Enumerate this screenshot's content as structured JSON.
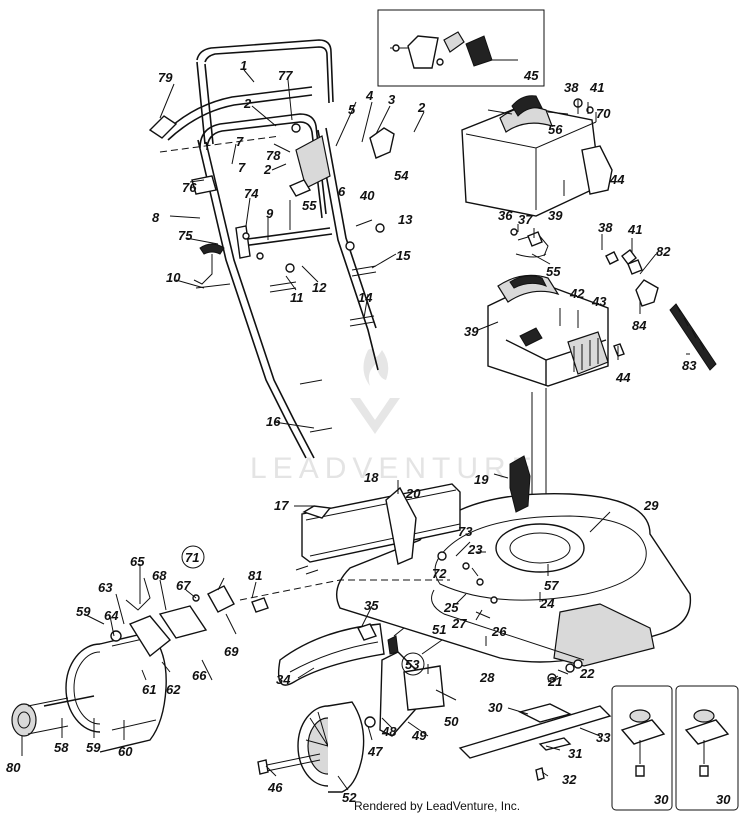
{
  "watermark": "LEADVENTURE",
  "credit": "Rendered by LeadVenture, Inc.",
  "callouts": [
    {
      "id": "c1",
      "text": "1"
    },
    {
      "id": "c2a",
      "text": "2"
    },
    {
      "id": "c2b",
      "text": "2"
    },
    {
      "id": "c2c",
      "text": "2"
    },
    {
      "id": "c3",
      "text": "3"
    },
    {
      "id": "c4",
      "text": "4"
    },
    {
      "id": "c5",
      "text": "5"
    },
    {
      "id": "c6",
      "text": "6"
    },
    {
      "id": "c7a",
      "text": "7"
    },
    {
      "id": "c7b",
      "text": "7"
    },
    {
      "id": "c8",
      "text": "8"
    },
    {
      "id": "c9",
      "text": "9"
    },
    {
      "id": "c10",
      "text": "10"
    },
    {
      "id": "c11",
      "text": "11"
    },
    {
      "id": "c12",
      "text": "12"
    },
    {
      "id": "c13",
      "text": "13"
    },
    {
      "id": "c14",
      "text": "14"
    },
    {
      "id": "c15",
      "text": "15"
    },
    {
      "id": "c16",
      "text": "16"
    },
    {
      "id": "c17",
      "text": "17"
    },
    {
      "id": "c18",
      "text": "18"
    },
    {
      "id": "c19",
      "text": "19"
    },
    {
      "id": "c20",
      "text": "20"
    },
    {
      "id": "c21",
      "text": "21"
    },
    {
      "id": "c22",
      "text": "22"
    },
    {
      "id": "c23",
      "text": "23"
    },
    {
      "id": "c24",
      "text": "24"
    },
    {
      "id": "c25",
      "text": "25"
    },
    {
      "id": "c26",
      "text": "26"
    },
    {
      "id": "c27",
      "text": "27"
    },
    {
      "id": "c28",
      "text": "28"
    },
    {
      "id": "c29",
      "text": "29"
    },
    {
      "id": "c30a",
      "text": "30"
    },
    {
      "id": "c30b",
      "text": "30"
    },
    {
      "id": "c30c",
      "text": "30"
    },
    {
      "id": "c31",
      "text": "31"
    },
    {
      "id": "c32",
      "text": "32"
    },
    {
      "id": "c33",
      "text": "33"
    },
    {
      "id": "c34",
      "text": "34"
    },
    {
      "id": "c35",
      "text": "35"
    },
    {
      "id": "c36",
      "text": "36"
    },
    {
      "id": "c37",
      "text": "37"
    },
    {
      "id": "c38a",
      "text": "38"
    },
    {
      "id": "c38b",
      "text": "38"
    },
    {
      "id": "c39a",
      "text": "39"
    },
    {
      "id": "c39b",
      "text": "39"
    },
    {
      "id": "c40",
      "text": "40"
    },
    {
      "id": "c41a",
      "text": "41"
    },
    {
      "id": "c41b",
      "text": "41"
    },
    {
      "id": "c42",
      "text": "42"
    },
    {
      "id": "c43",
      "text": "43"
    },
    {
      "id": "c44a",
      "text": "44"
    },
    {
      "id": "c44b",
      "text": "44"
    },
    {
      "id": "c45",
      "text": "45"
    },
    {
      "id": "c46",
      "text": "46"
    },
    {
      "id": "c47",
      "text": "47"
    },
    {
      "id": "c48",
      "text": "48"
    },
    {
      "id": "c49",
      "text": "49"
    },
    {
      "id": "c50",
      "text": "50"
    },
    {
      "id": "c51",
      "text": "51"
    },
    {
      "id": "c52",
      "text": "52"
    },
    {
      "id": "c53",
      "text": "53"
    },
    {
      "id": "c54",
      "text": "54"
    },
    {
      "id": "c55a",
      "text": "55"
    },
    {
      "id": "c55b",
      "text": "55"
    },
    {
      "id": "c56",
      "text": "56"
    },
    {
      "id": "c57",
      "text": "57"
    },
    {
      "id": "c58",
      "text": "58"
    },
    {
      "id": "c59a",
      "text": "59"
    },
    {
      "id": "c59b",
      "text": "59"
    },
    {
      "id": "c60",
      "text": "60"
    },
    {
      "id": "c61",
      "text": "61"
    },
    {
      "id": "c62",
      "text": "62"
    },
    {
      "id": "c63",
      "text": "63"
    },
    {
      "id": "c64",
      "text": "64"
    },
    {
      "id": "c65",
      "text": "65"
    },
    {
      "id": "c66",
      "text": "66"
    },
    {
      "id": "c67",
      "text": "67"
    },
    {
      "id": "c68",
      "text": "68"
    },
    {
      "id": "c69",
      "text": "69"
    },
    {
      "id": "c70",
      "text": "70"
    },
    {
      "id": "c71",
      "text": "71"
    },
    {
      "id": "c72",
      "text": "72"
    },
    {
      "id": "c73",
      "text": "73"
    },
    {
      "id": "c74",
      "text": "74"
    },
    {
      "id": "c75",
      "text": "75"
    },
    {
      "id": "c76",
      "text": "76"
    },
    {
      "id": "c77",
      "text": "77"
    },
    {
      "id": "c78",
      "text": "78"
    },
    {
      "id": "c79",
      "text": "79"
    },
    {
      "id": "c80",
      "text": "80"
    },
    {
      "id": "c81",
      "text": "81"
    },
    {
      "id": "c82",
      "text": "82"
    },
    {
      "id": "c83",
      "text": "83"
    },
    {
      "id": "c84",
      "text": "84"
    }
  ]
}
